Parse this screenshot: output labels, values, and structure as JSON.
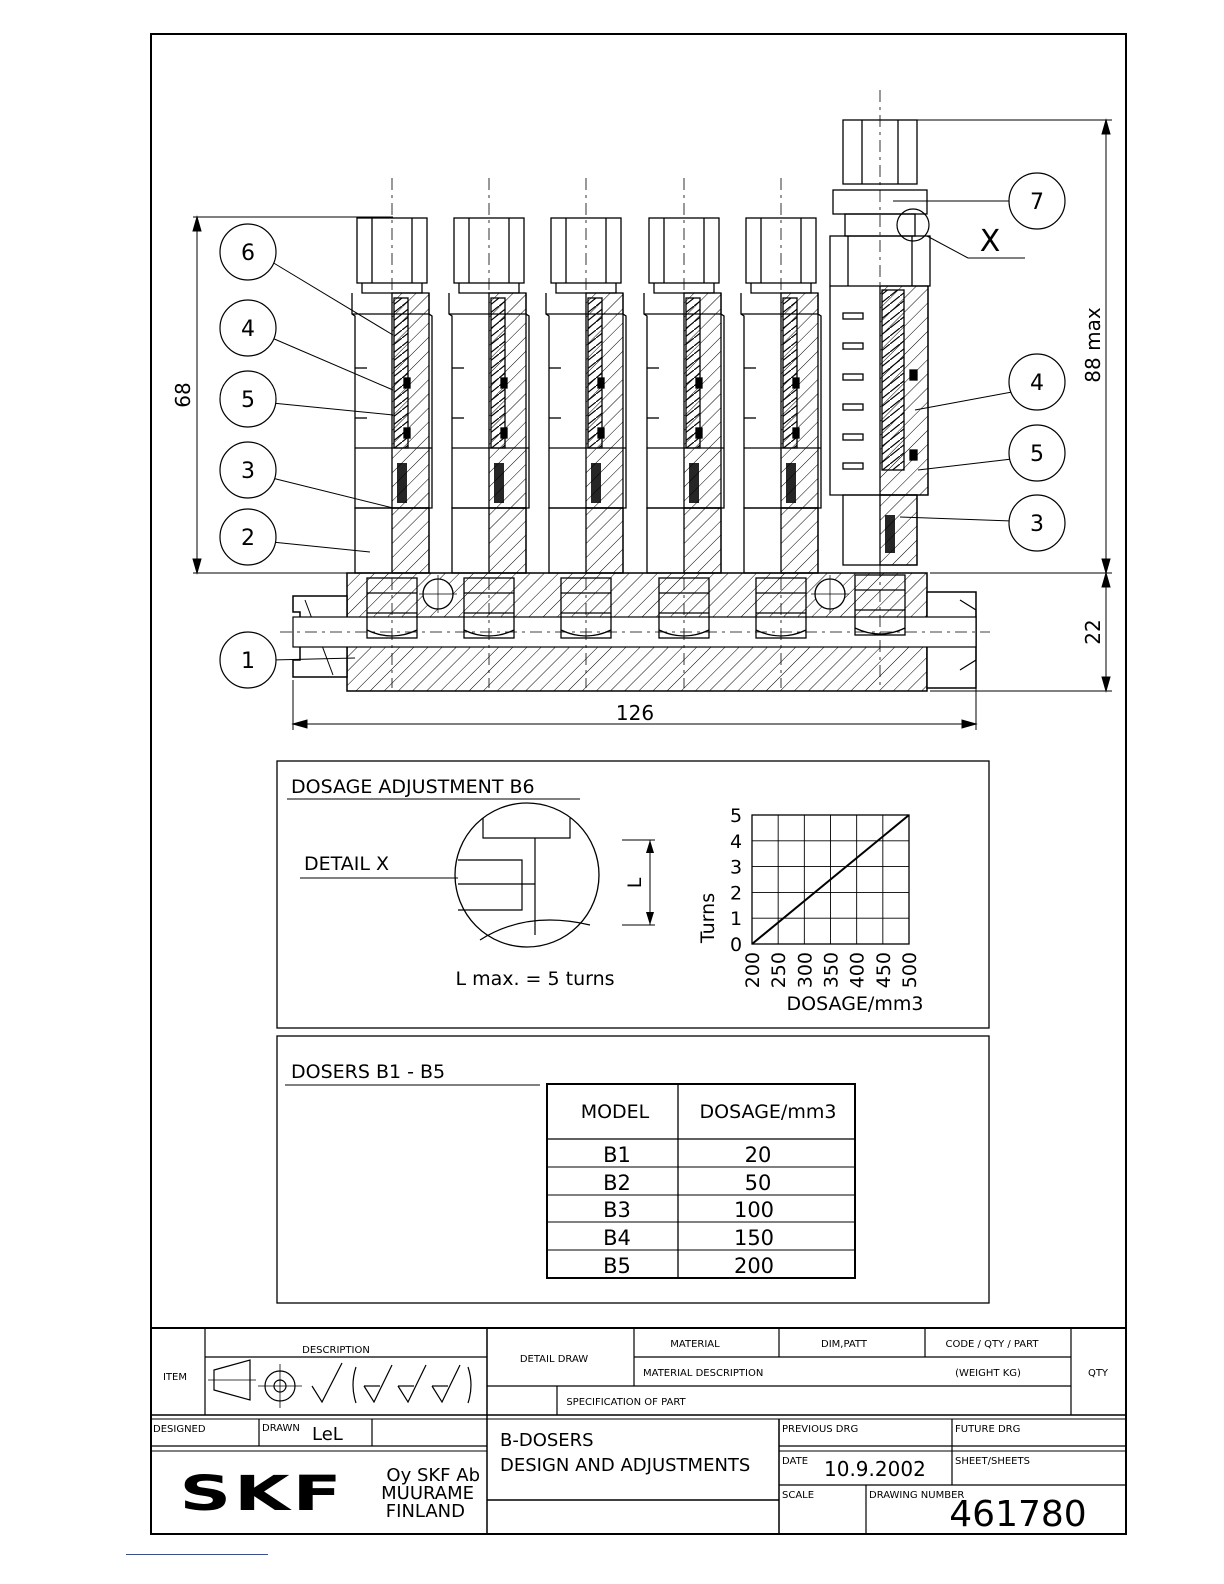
{
  "drawing": {
    "balloons": [
      "1",
      "2",
      "3",
      "4",
      "5",
      "6",
      "3",
      "4",
      "5",
      "7"
    ],
    "detail_marker": "X",
    "dimensions": {
      "height_left": "68",
      "height_right": "88 max",
      "base_height": "22",
      "overall_width": "126"
    }
  },
  "dosage_adjustment": {
    "title": "DOSAGE ADJUSTMENT B6",
    "detail_label": "DETAIL X",
    "l_label": "L",
    "note": "L max. = 5 turns"
  },
  "chart_data": {
    "type": "line",
    "x": [
      200,
      500
    ],
    "series": [
      {
        "values": [
          0,
          5
        ]
      }
    ],
    "xticks": [
      "200",
      "250",
      "300",
      "350",
      "400",
      "450",
      "500"
    ],
    "yticks": [
      "0",
      "1",
      "2",
      "3",
      "4",
      "5"
    ],
    "xlabel": "DOSAGE/mm3",
    "ylabel": "Turns",
    "xlim": [
      200,
      500
    ],
    "ylim": [
      0,
      5
    ],
    "grid": true
  },
  "dosers": {
    "title": "DOSERS B1 - B5",
    "columns": [
      "MODEL",
      "DOSAGE/mm3"
    ],
    "rows": [
      [
        "B1",
        "20"
      ],
      [
        "B2",
        "50"
      ],
      [
        "B3",
        "100"
      ],
      [
        "B4",
        "150"
      ],
      [
        "B5",
        "200"
      ]
    ]
  },
  "title_block": {
    "item": "ITEM",
    "description": "DESCRIPTION",
    "detail_draw": "DETAIL DRAW",
    "material": "MATERIAL",
    "dim_patt": "DIM,PATT",
    "code_qty_part": "CODE / QTY / PART",
    "material_description": "MATERIAL DESCRIPTION",
    "weight": "(WEIGHT KG)",
    "qty": "QTY",
    "specification": "SPECIFICATION OF PART",
    "designed": "DESIGNED",
    "drawn": "DRAWN",
    "drawn_by": "LeL",
    "company_logo": "SKF",
    "company_line1": "Oy SKF Ab",
    "company_line2": "MUURAME",
    "company_line3": "FINLAND",
    "title_line1": "B-DOSERS",
    "title_line2": "DESIGN AND ADJUSTMENTS",
    "previous_drg": "PREVIOUS DRG",
    "future_drg": "FUTURE DRG",
    "date_label": "DATE",
    "date": "10.9.2002",
    "sheets_label": "SHEET/SHEETS",
    "scale_label": "SCALE",
    "drawing_number_label": "DRAWING NUMBER",
    "drawing_number": "461780"
  }
}
